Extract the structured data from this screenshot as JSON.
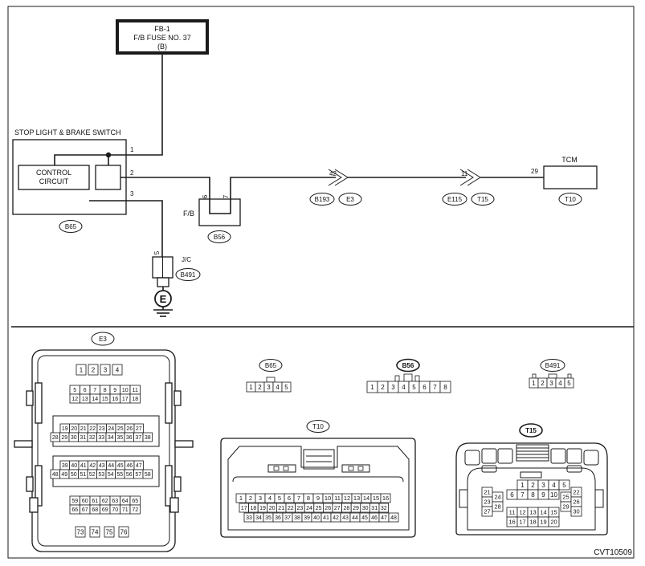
{
  "fuse": {
    "line1": "FB-1",
    "line2": "F/B FUSE NO. 37",
    "line3": "(B)"
  },
  "switch": {
    "title": "STOP LIGHT & BRAKE SWITCH",
    "circuit_line1": "CONTROL",
    "circuit_line2": "CIRCUIT",
    "pin1": "1",
    "pin2": "2",
    "pin3": "3"
  },
  "fb": {
    "label": "F/B",
    "pin_a": "6",
    "pin_b": "7"
  },
  "jc": {
    "label": "J/C",
    "pin": "5"
  },
  "ground": {
    "symbol": "E"
  },
  "mid_pins": {
    "e3": "42",
    "t15": "11",
    "tcm": "29"
  },
  "tcm": {
    "label": "TCM"
  },
  "conn_labels": {
    "b65": "B65",
    "b56": "B56",
    "b491": "B491",
    "b193": "B193",
    "e3": "E3",
    "e115": "E115",
    "t15": "T15",
    "t10": "T10"
  },
  "faces": {
    "e3": {
      "label": "E3",
      "rows": [
        [
          "1",
          "2",
          "3",
          "4"
        ],
        [
          "5",
          "6",
          "7",
          "8",
          "9",
          "10",
          "11"
        ],
        [
          "12",
          "13",
          "14",
          "15",
          "16",
          "17",
          "18"
        ],
        [
          "19",
          "20",
          "21",
          "22",
          "23",
          "24",
          "25",
          "26",
          "27"
        ],
        [
          "28",
          "29",
          "30",
          "31",
          "32",
          "33",
          "34",
          "35",
          "36",
          "37",
          "38"
        ],
        [
          "39",
          "40",
          "41",
          "42",
          "43",
          "44",
          "45",
          "46",
          "47"
        ],
        [
          "48",
          "49",
          "50",
          "51",
          "52",
          "53",
          "54",
          "55",
          "56",
          "57",
          "58"
        ],
        [
          "59",
          "60",
          "61",
          "62",
          "63",
          "64",
          "65"
        ],
        [
          "66",
          "67",
          "68",
          "69",
          "70",
          "71",
          "72"
        ],
        [
          "73",
          "74",
          "75",
          "76"
        ]
      ]
    },
    "b65": {
      "label": "B65",
      "pins": [
        "1",
        "2",
        "3",
        "4",
        "5"
      ]
    },
    "b56": {
      "label": "B56",
      "pins": [
        "1",
        "2",
        "3",
        "4",
        "5",
        "6",
        "7",
        "8"
      ]
    },
    "b491": {
      "label": "B491",
      "pins": [
        "1",
        "2",
        "3",
        "4",
        "5"
      ]
    },
    "t10": {
      "label": "T10",
      "rows": [
        [
          "1",
          "2",
          "3",
          "4",
          "5",
          "6",
          "7",
          "8",
          "9",
          "10",
          "11",
          "12",
          "13",
          "14",
          "15",
          "16"
        ],
        [
          "17",
          "18",
          "19",
          "20",
          "21",
          "22",
          "23",
          "24",
          "25",
          "26",
          "27",
          "28",
          "29",
          "30",
          "31",
          "32"
        ],
        [
          "33",
          "34",
          "35",
          "36",
          "37",
          "38",
          "39",
          "40",
          "41",
          "42",
          "43",
          "44",
          "45",
          "46",
          "47",
          "48"
        ]
      ]
    },
    "t15": {
      "label": "T15",
      "center_rows": [
        [
          "1",
          "2",
          "3",
          "4",
          "5"
        ],
        [
          "6",
          "7",
          "8",
          "9",
          "10"
        ],
        [
          "11",
          "12",
          "13",
          "14",
          "15"
        ],
        [
          "16",
          "17",
          "18",
          "19",
          "20"
        ]
      ],
      "left_a": [
        "21",
        "23",
        "27"
      ],
      "left_b": [
        "24",
        "28"
      ],
      "right_a": [
        "25",
        "29"
      ],
      "right_b": [
        "22",
        "26",
        "30"
      ]
    }
  },
  "footer": {
    "code": "CVT10509"
  }
}
